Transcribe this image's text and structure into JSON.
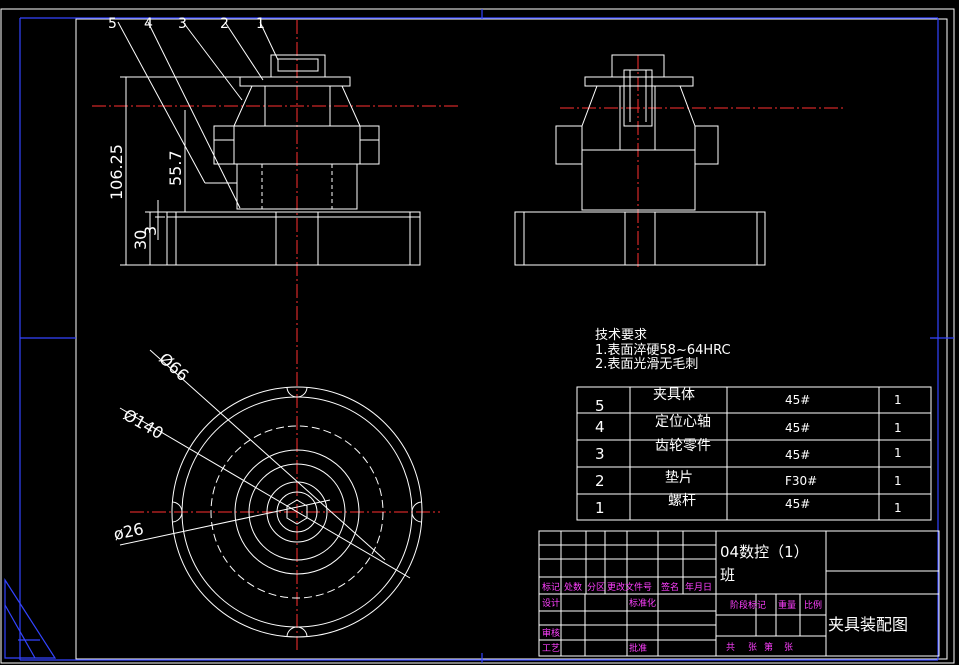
{
  "drawing": {
    "view_labels_top_left": [
      "5",
      "4",
      "3",
      "2",
      "1"
    ],
    "dimensions": {
      "d106": "106.25",
      "d55": "55.7",
      "d30": "30",
      "d3": "3",
      "dia66": "Ø66",
      "dia140": "Ø140",
      "dia26": "ø26"
    },
    "tech_requirements": {
      "title": "技术要求",
      "line1": "1.表面淬硬58~64HRC",
      "line2": "2.表面光滑无毛刺"
    },
    "parts_list": [
      {
        "no": "5",
        "name": "夹具体",
        "material": "45#",
        "qty": "1"
      },
      {
        "no": "4",
        "name": "定位心轴",
        "material": "45#",
        "qty": "1"
      },
      {
        "no": "3",
        "name": "齿轮零件",
        "material": "45#",
        "qty": "1"
      },
      {
        "no": "2",
        "name": "垫片",
        "material": "F30#",
        "qty": "1"
      },
      {
        "no": "1",
        "name": "螺杆",
        "material": "45#",
        "qty": "1"
      }
    ],
    "title_block": {
      "class_name_1": "04数控（1）",
      "class_name_2": "班",
      "drawing_title": "夹具装配图",
      "row_labels": [
        "标记",
        "处数",
        "分区",
        "更改文件号",
        "签名",
        "年月日"
      ],
      "design": "设计",
      "standardize": "标准化",
      "review": "审核",
      "process": "工艺",
      "approve": "批准",
      "stage_mark": "阶段标记",
      "weight": "重量",
      "scale": "比例",
      "sheets": "共",
      "sheet_of": "张",
      "page": "第",
      "page_of": "张"
    }
  },
  "colors": {
    "background": "#000000",
    "lines": "#ffffff",
    "center_lines": "#ff3030",
    "frame": "#3344ff",
    "title_block_text": "#ff40ff"
  }
}
